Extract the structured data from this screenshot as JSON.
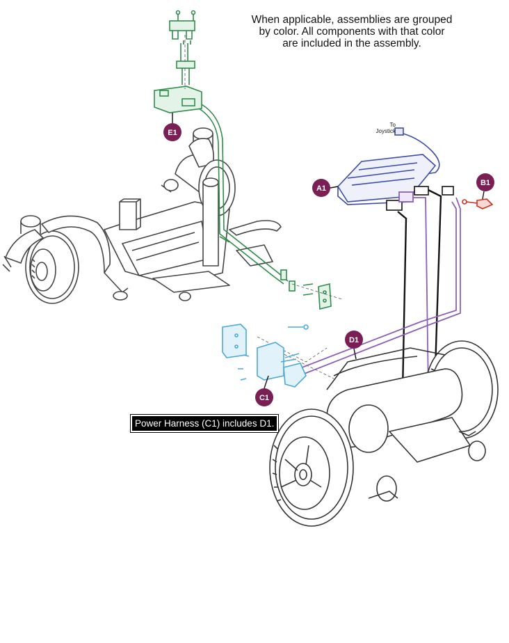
{
  "note": {
    "line1": "When applicable, assemblies are grouped",
    "line2": "by color. All components with that color",
    "line3": "are included in the assembly."
  },
  "callout": "Power Harness (C1) includes D1.",
  "joystick_label": {
    "line1": "To",
    "line2": "Joystick"
  },
  "badges": {
    "a1": "A1",
    "b1": "B1",
    "c1": "C1",
    "d1": "D1",
    "e1": "E1"
  },
  "colors": {
    "badge": "#7a1f55",
    "assembly_a1": "#3b4aa8",
    "assembly_b1": "#d62b1e",
    "assembly_c1": "#4aa8d8",
    "assembly_d1": "#8a5fb8",
    "assembly_e1": "#2e8b4a",
    "line_art": "#333333"
  }
}
